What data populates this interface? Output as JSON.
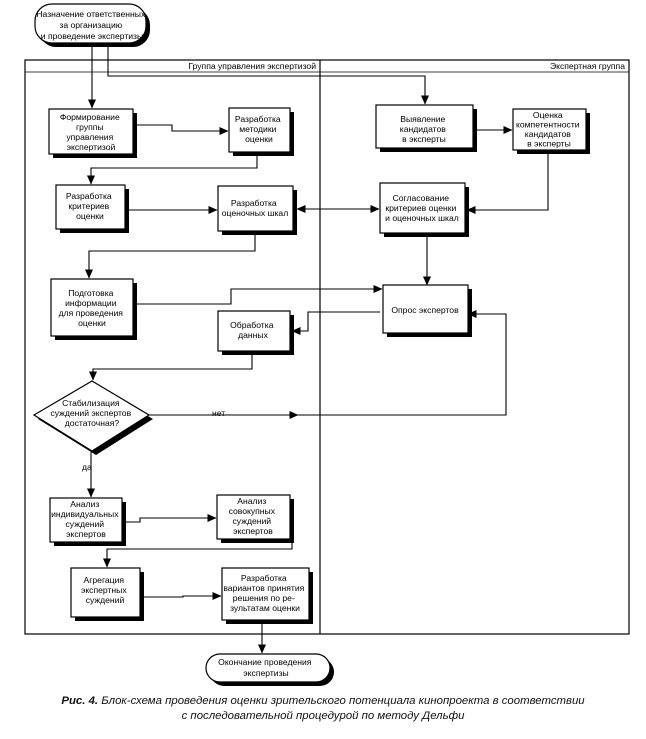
{
  "lanes": {
    "left": "Группа управления экспертизой",
    "right": "Экспертная группа"
  },
  "nodes": {
    "start": [
      "Назначение ответственных",
      "за организацию",
      "и проведение экспертизы"
    ],
    "form_group": [
      "Формирование",
      "группы",
      "управления",
      "экспертизой"
    ],
    "dev_method": [
      "Разработка",
      "методики",
      "оценки"
    ],
    "identify": [
      "Выявление",
      "кандидатов",
      "в эксперты"
    ],
    "assess_comp": [
      "Оценка",
      "компетентности",
      "кандидатов",
      "в эксперты"
    ],
    "dev_criteria": [
      "Разработка",
      "критериев",
      "оценки"
    ],
    "dev_scales": [
      "Разработка",
      "оценочных шкал"
    ],
    "agree": [
      "Согласование",
      "критериев оценки",
      "и оценочных шкал"
    ],
    "prepare": [
      "Подготовка",
      "информации",
      "для проведения",
      "оценки"
    ],
    "survey": [
      "Опрос экспертов"
    ],
    "process": [
      "Обработка",
      "данных"
    ],
    "decision": [
      "Стабилизация",
      "суждений экспертов",
      "достаточная?"
    ],
    "analyze_ind": [
      "Анализ",
      "индивидуальных",
      "суждений",
      "экспертов"
    ],
    "analyze_agg": [
      "Анализ",
      "совокупных",
      "суждений",
      "экспертов"
    ],
    "aggregate": [
      "Агрегация",
      "экспертных",
      "суждений"
    ],
    "dev_options": [
      "Разработка",
      "вариантов принятия",
      "решения по ре-",
      "зультатам оценки"
    ],
    "end": [
      "Окончание проведения",
      "экспертизы"
    ]
  },
  "edge_labels": {
    "no": "нет",
    "yes": "да"
  },
  "caption": {
    "label": "Рис. 4.",
    "line1": " Блок-схема проведения оценки зрительского потенциала кинопроекта в соответствии",
    "line2": "с последовательной процедурой по методу Дельфи"
  }
}
